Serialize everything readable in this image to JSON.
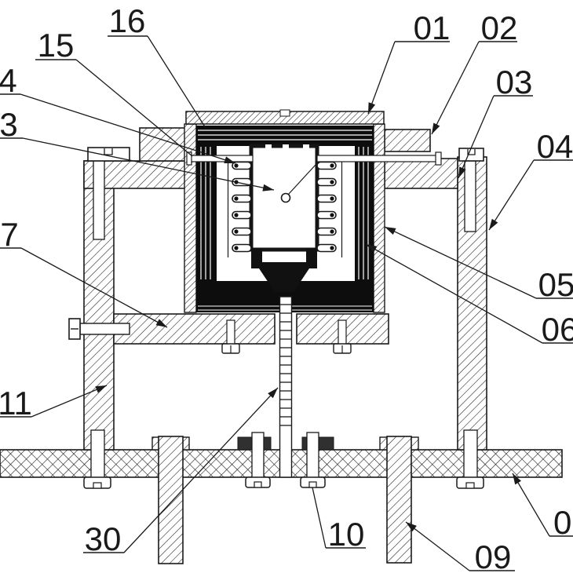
{
  "figure": {
    "type": "patent-cross-section-drawing",
    "background_color": "#ffffff",
    "line_color": "#1a1a1a",
    "labels": {
      "l16": "16",
      "l15": "15",
      "l04p": "4",
      "l03p": "3",
      "l07p": "7",
      "l11": "11",
      "l30": "30",
      "l10": "10",
      "l09": "09",
      "l08p": "0",
      "l01": "01",
      "l02": "02",
      "l03": "03",
      "l04": "04",
      "l05": "05",
      "l06": "06"
    }
  }
}
